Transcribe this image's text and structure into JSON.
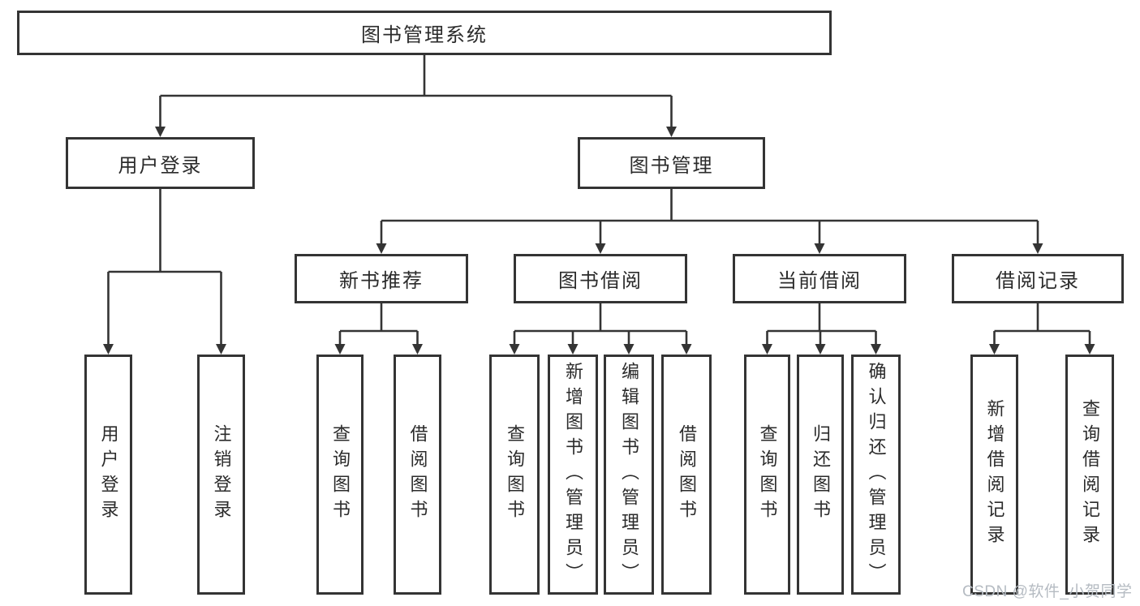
{
  "diagram_title": "图书管理系统",
  "colors": {
    "background": "#ffffff",
    "line": "#343434",
    "border": "#343434",
    "text": "#2b2b2b",
    "watermark": "#b5bbc2"
  },
  "watermark": {
    "text": "CSDN @软件_小贺同学"
  },
  "tree": {
    "label": "图书管理系统",
    "children": [
      {
        "label": "用户登录",
        "children": [
          {
            "label": "用户登录"
          },
          {
            "label": "注销登录"
          }
        ]
      },
      {
        "label": "图书管理",
        "children": [
          {
            "label": "新书推荐",
            "children": [
              {
                "label": "查询图书"
              },
              {
                "label": "借阅图书"
              }
            ]
          },
          {
            "label": "图书借阅",
            "children": [
              {
                "label": "查询图书"
              },
              {
                "label": "新增图书（管理员）"
              },
              {
                "label": "编辑图书（管理员）"
              },
              {
                "label": "借阅图书"
              }
            ]
          },
          {
            "label": "当前借阅",
            "children": [
              {
                "label": "查询图书"
              },
              {
                "label": "归还图书"
              },
              {
                "label": "确认归还（管理员）"
              }
            ]
          },
          {
            "label": "借阅记录",
            "children": [
              {
                "label": "新增借阅记录"
              },
              {
                "label": "查询借阅记录"
              }
            ]
          }
        ]
      }
    ]
  }
}
